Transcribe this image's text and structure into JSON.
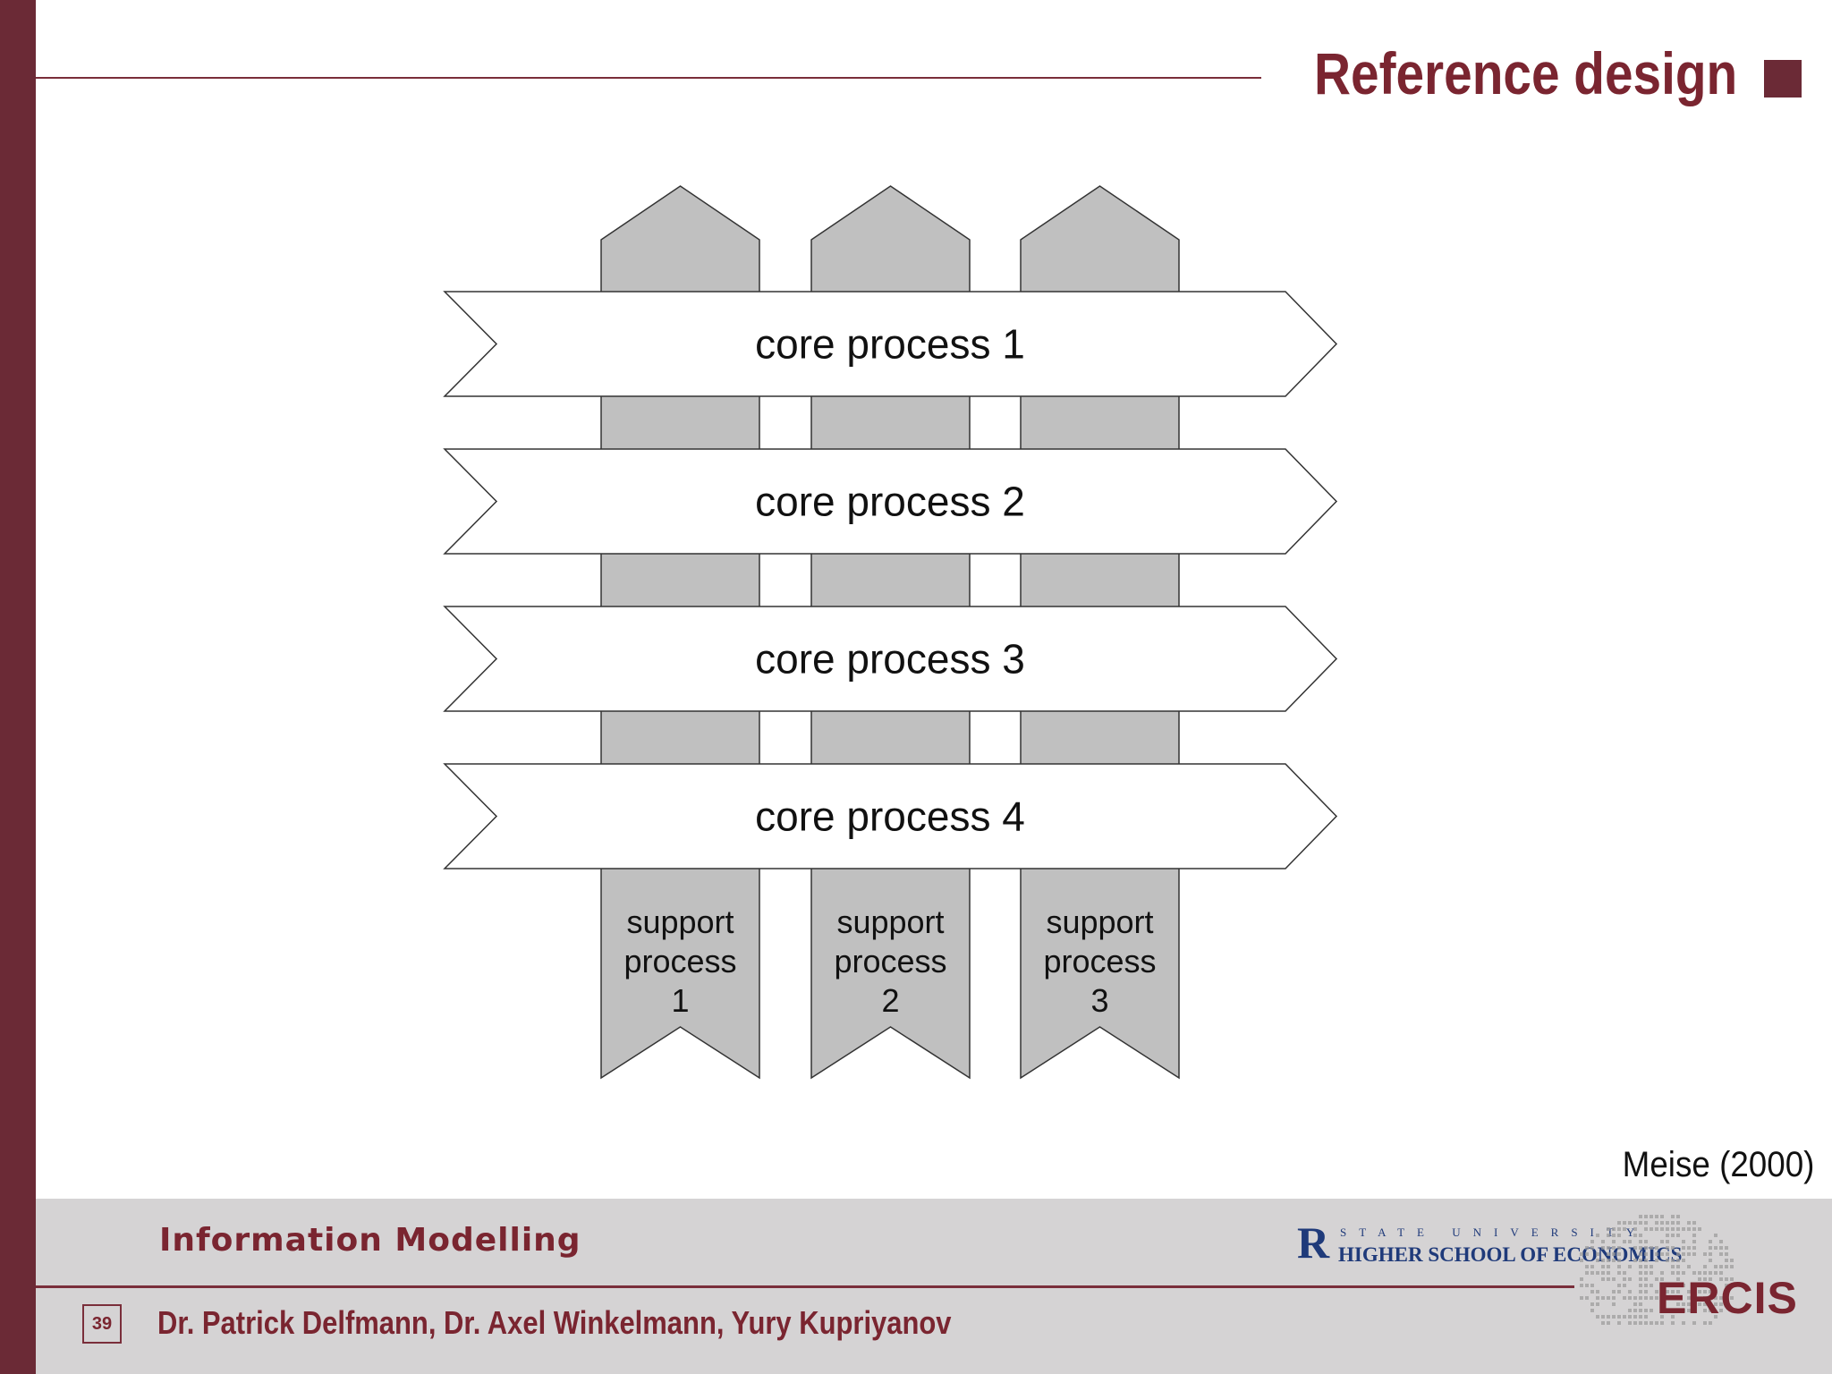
{
  "slide": {
    "title": "Reference design",
    "citation": "Meise (2000)"
  },
  "diagram": {
    "core_processes": [
      {
        "label": "core process 1"
      },
      {
        "label": "core process 2"
      },
      {
        "label": "core process 3"
      },
      {
        "label": "core process 4"
      }
    ],
    "support_processes": [
      {
        "lines": [
          "support",
          "process",
          "1"
        ]
      },
      {
        "lines": [
          "support",
          "process",
          "2"
        ]
      },
      {
        "lines": [
          "support",
          "process",
          "3"
        ]
      }
    ],
    "colors": {
      "core_fill": "#ffffff",
      "support_fill": "#c0c0c0",
      "outline": "#333333"
    }
  },
  "footer": {
    "course_title": "Information Modelling",
    "page_number": "39",
    "authors": "Dr. Patrick Delfmann, Dr. Axel Winkelmann, Yury Kupriyanov",
    "hse_logo": {
      "mark": "R",
      "top_line": "STATE UNIVERSITY",
      "bottom_line": "HIGHER SCHOOL OF ECONOMICS"
    },
    "ercis_logo": "ERCIS"
  }
}
